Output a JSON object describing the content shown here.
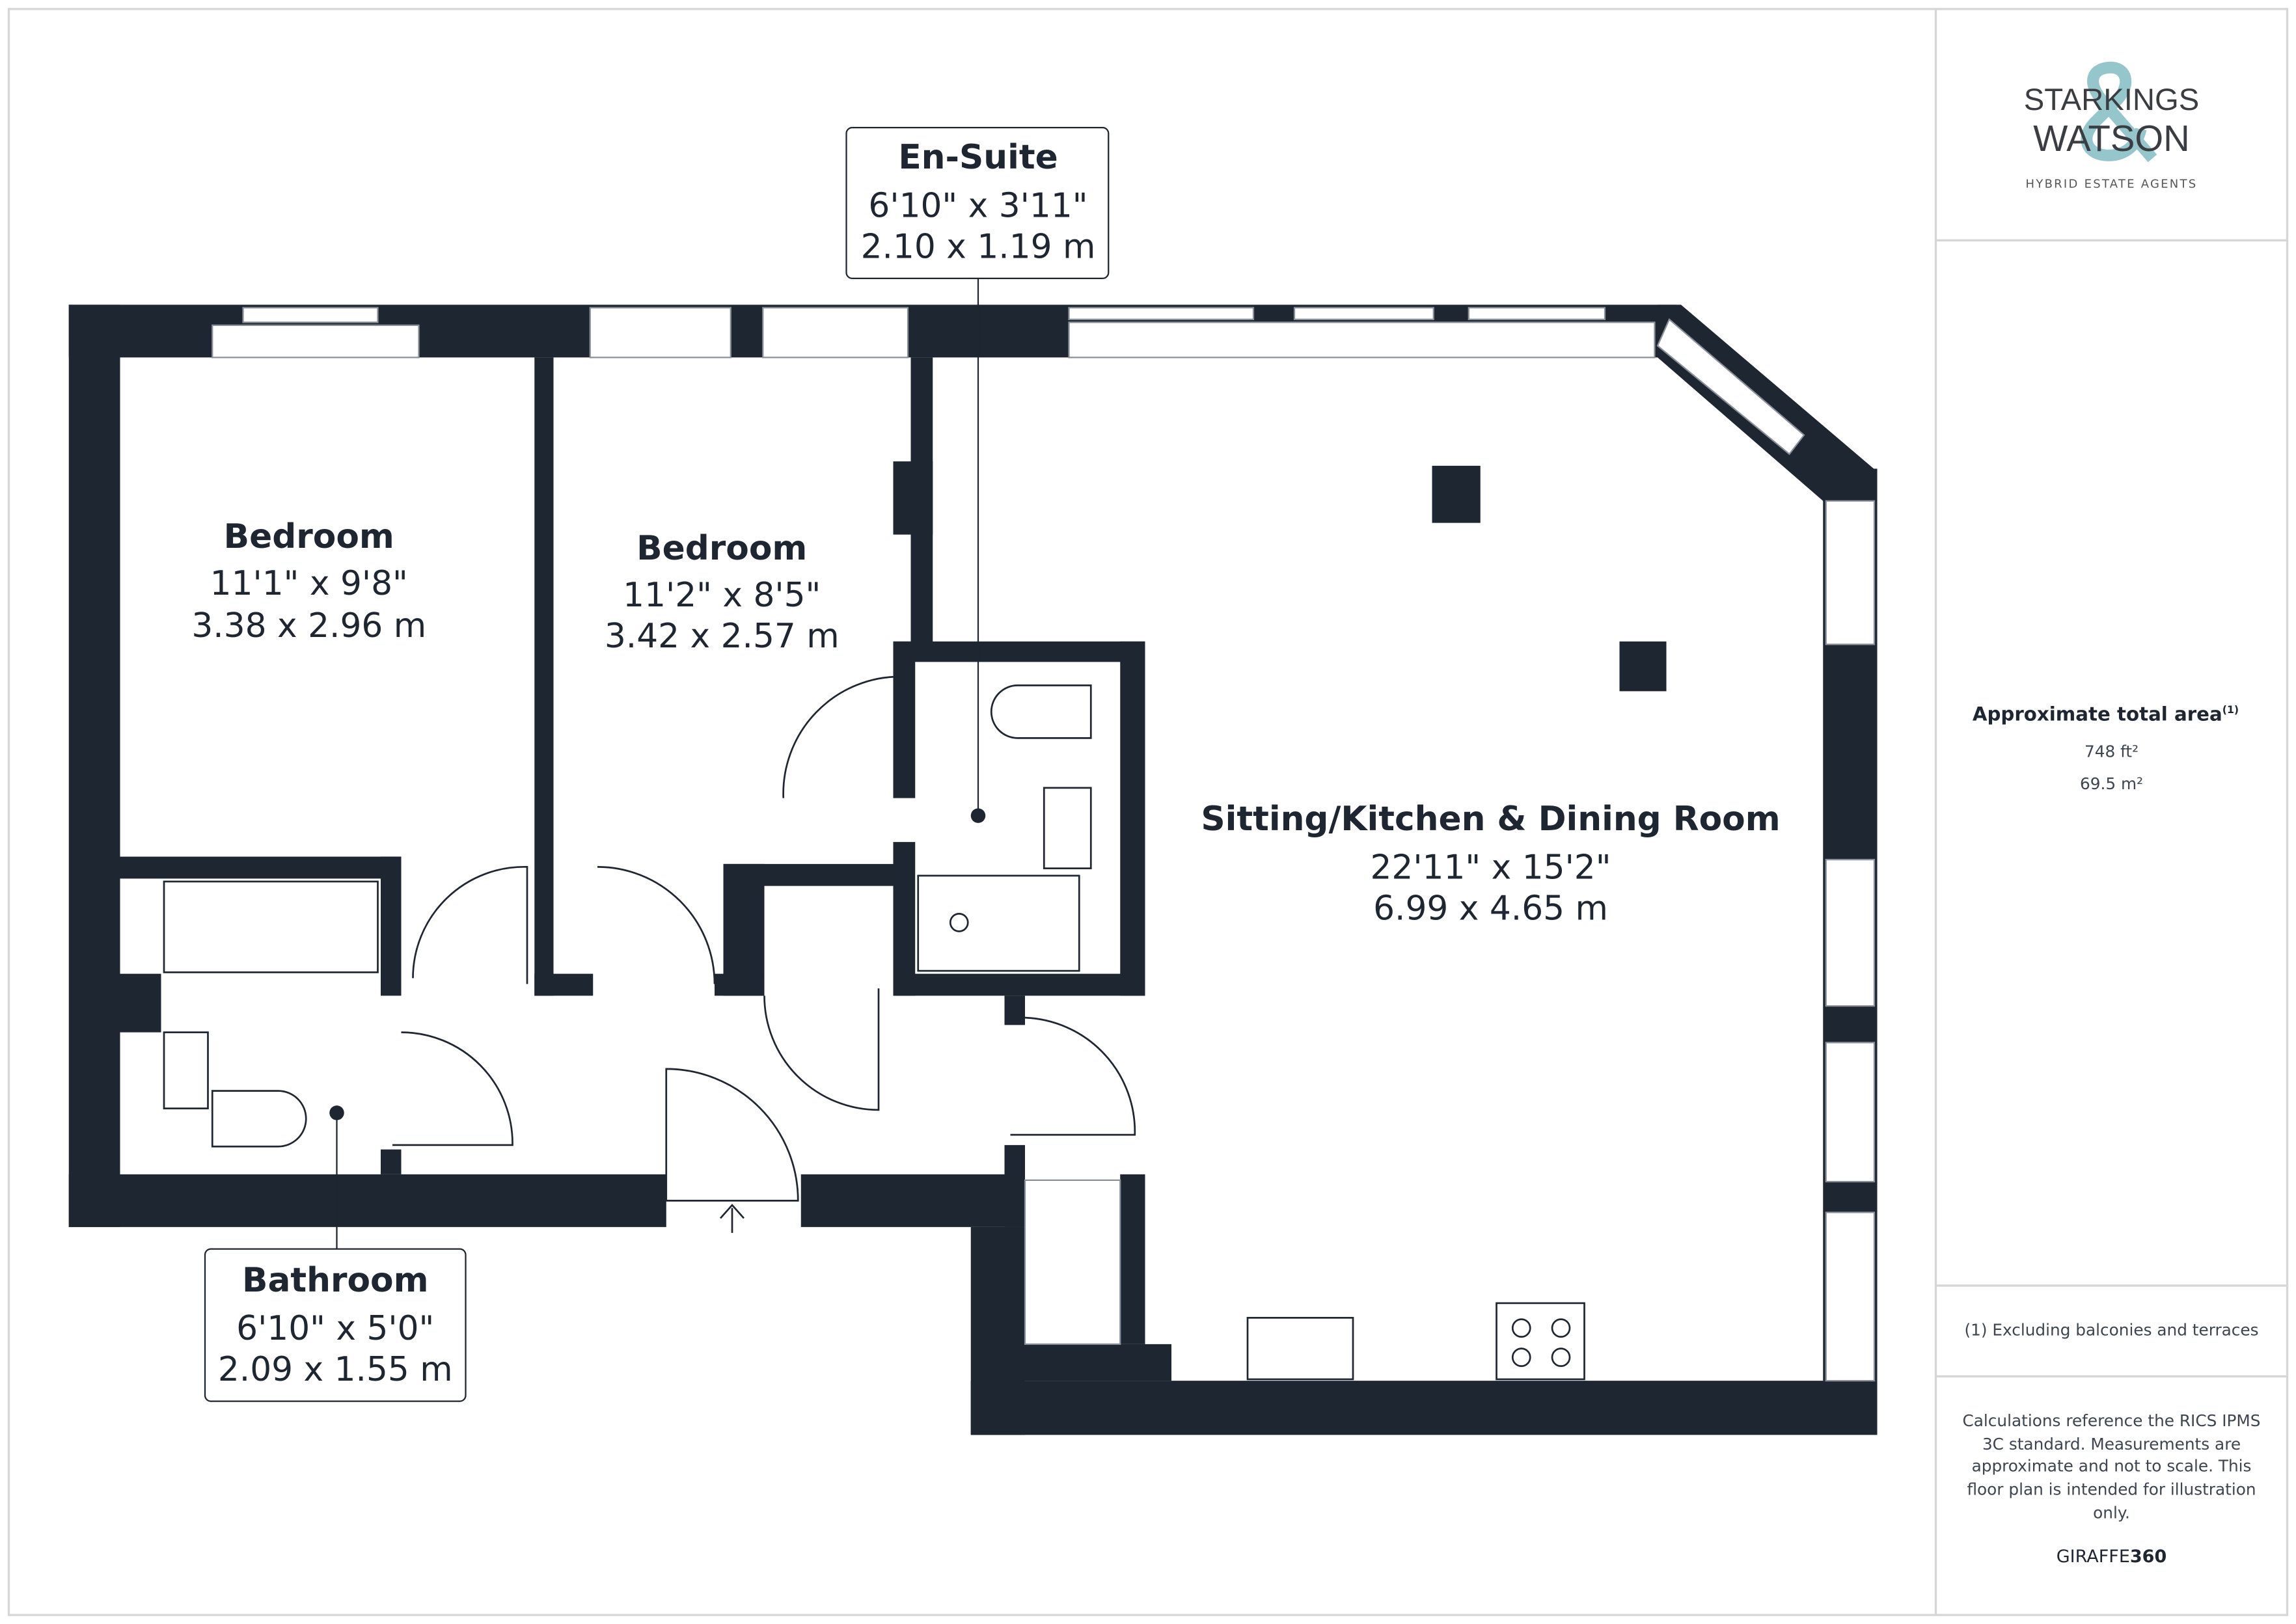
{
  "brand": {
    "name_line1": "STARKINGS",
    "name_line2": "WATSON",
    "tagline": "HYBRID ESTATE AGENTS",
    "accent": "#94c6cb"
  },
  "rooms": [
    {
      "name": "Bedroom",
      "imperial": "11'1\" x 9'8\"",
      "metric": "3.38 x 2.96 m"
    },
    {
      "name": "Bedroom",
      "imperial": "11'2\" x 8'5\"",
      "metric": "3.42 x 2.57 m"
    },
    {
      "name": "En-Suite",
      "imperial": "6'10\" x 3'11\"",
      "metric": "2.10 x 1.19 m"
    },
    {
      "name": "Sitting/Kitchen & Dining Room",
      "imperial": "22'11\" x 15'2\"",
      "metric": "6.99 x 4.65 m"
    },
    {
      "name": "Bathroom",
      "imperial": "6'10\" x 5'0\"",
      "metric": "2.09 x 1.55 m"
    }
  ],
  "area": {
    "title": "Approximate total area",
    "footnote_mark": "(1)",
    "imperial": "748 ft²",
    "metric": "69.5 m²"
  },
  "footnote": "(1) Excluding balconies and terraces",
  "disclaimer": [
    "Calculations reference the RICS IPMS",
    "3C standard. Measurements are",
    "approximate and not to scale. This",
    "floor plan is intended for illustration",
    "only."
  ],
  "credit": {
    "part1": "GIRAFFE",
    "part2": "360"
  },
  "colors": {
    "wall": "#1d2631",
    "border": "#d6d6d6"
  }
}
